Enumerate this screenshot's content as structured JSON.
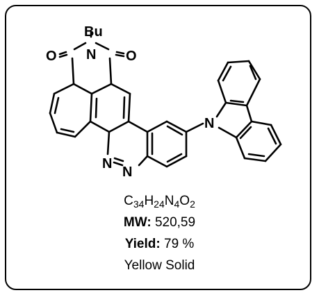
{
  "molecule": {
    "atoms": {
      "o_left": "O",
      "n_imide": "N",
      "o_right": "O",
      "bu": "Bu",
      "n_azo_1": "N",
      "n_azo_2": "N",
      "n_carbazole": "N"
    }
  },
  "properties": {
    "formula_parts": [
      "C",
      "34",
      "H",
      "24",
      "N",
      "4",
      "O",
      "2"
    ],
    "mw_label": "MW:",
    "mw_value": " 520,59",
    "yield_label": "Yield:",
    "yield_value": " 79 %",
    "state": "Yellow Solid"
  }
}
